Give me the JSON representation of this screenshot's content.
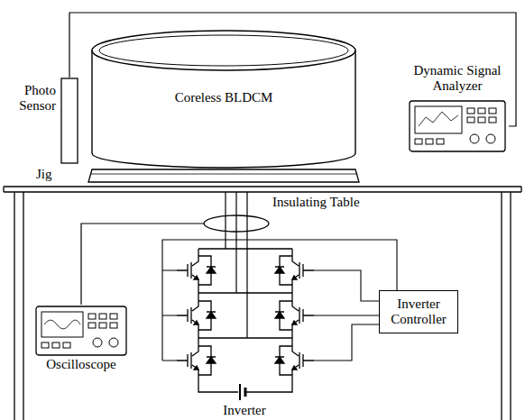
{
  "diagram": {
    "nodes": [
      {
        "text": [
          "Photo Sensor"
        ]
      },
      {
        "text": [
          "Coreless BLDCM"
        ]
      },
      {
        "text": [
          "Dynamic Signal Analyzer"
        ]
      },
      {
        "text": [
          "Jig"
        ]
      },
      {
        "text": [
          "Inverter Controller"
        ]
      },
      {
        "text": [
          "Oscilloscope"
        ]
      }
    ],
    "edges": [
      {
        "from": 0,
        "to": 2,
        "arrow": "none"
      }
    ],
    "labels": [
      "Insulating Table",
      "Inverter"
    ]
  }
}
